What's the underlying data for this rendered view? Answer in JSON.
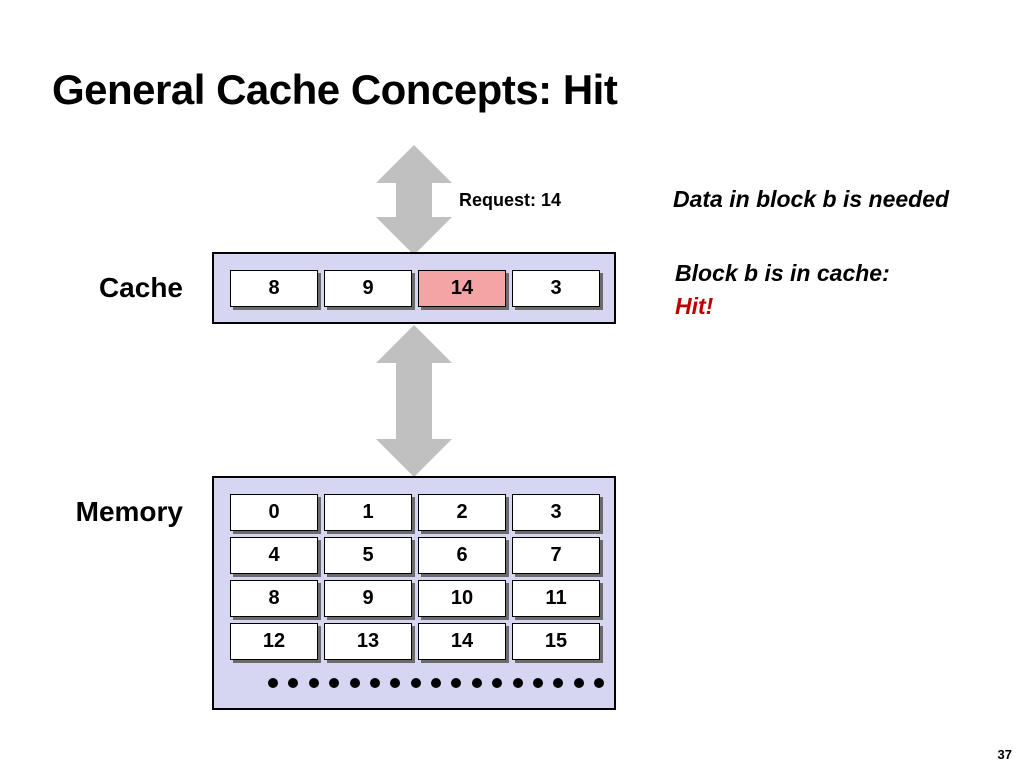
{
  "slide": {
    "title": "General Cache Concepts: Hit",
    "page_number": "37"
  },
  "request_label": "Request: 14",
  "notes": {
    "needed": "Data in block b is needed",
    "in_cache": "Block b is in cache:",
    "hit": "Hit!"
  },
  "cache": {
    "label": "Cache",
    "blocks": [
      "8",
      "9",
      "14",
      "3"
    ],
    "highlighted": "14"
  },
  "memory": {
    "label": "Memory",
    "rows": [
      [
        "0",
        "1",
        "2",
        "3"
      ],
      [
        "4",
        "5",
        "6",
        "7"
      ],
      [
        "8",
        "9",
        "10",
        "11"
      ],
      [
        "12",
        "13",
        "14",
        "15"
      ]
    ],
    "ellipsis_dots": 17
  },
  "colors": {
    "panel_fill": "#d7d6f2",
    "hit_fill": "#f4a4a4",
    "arrow_fill": "#c0c0c0",
    "hit_text": "#c00000"
  }
}
